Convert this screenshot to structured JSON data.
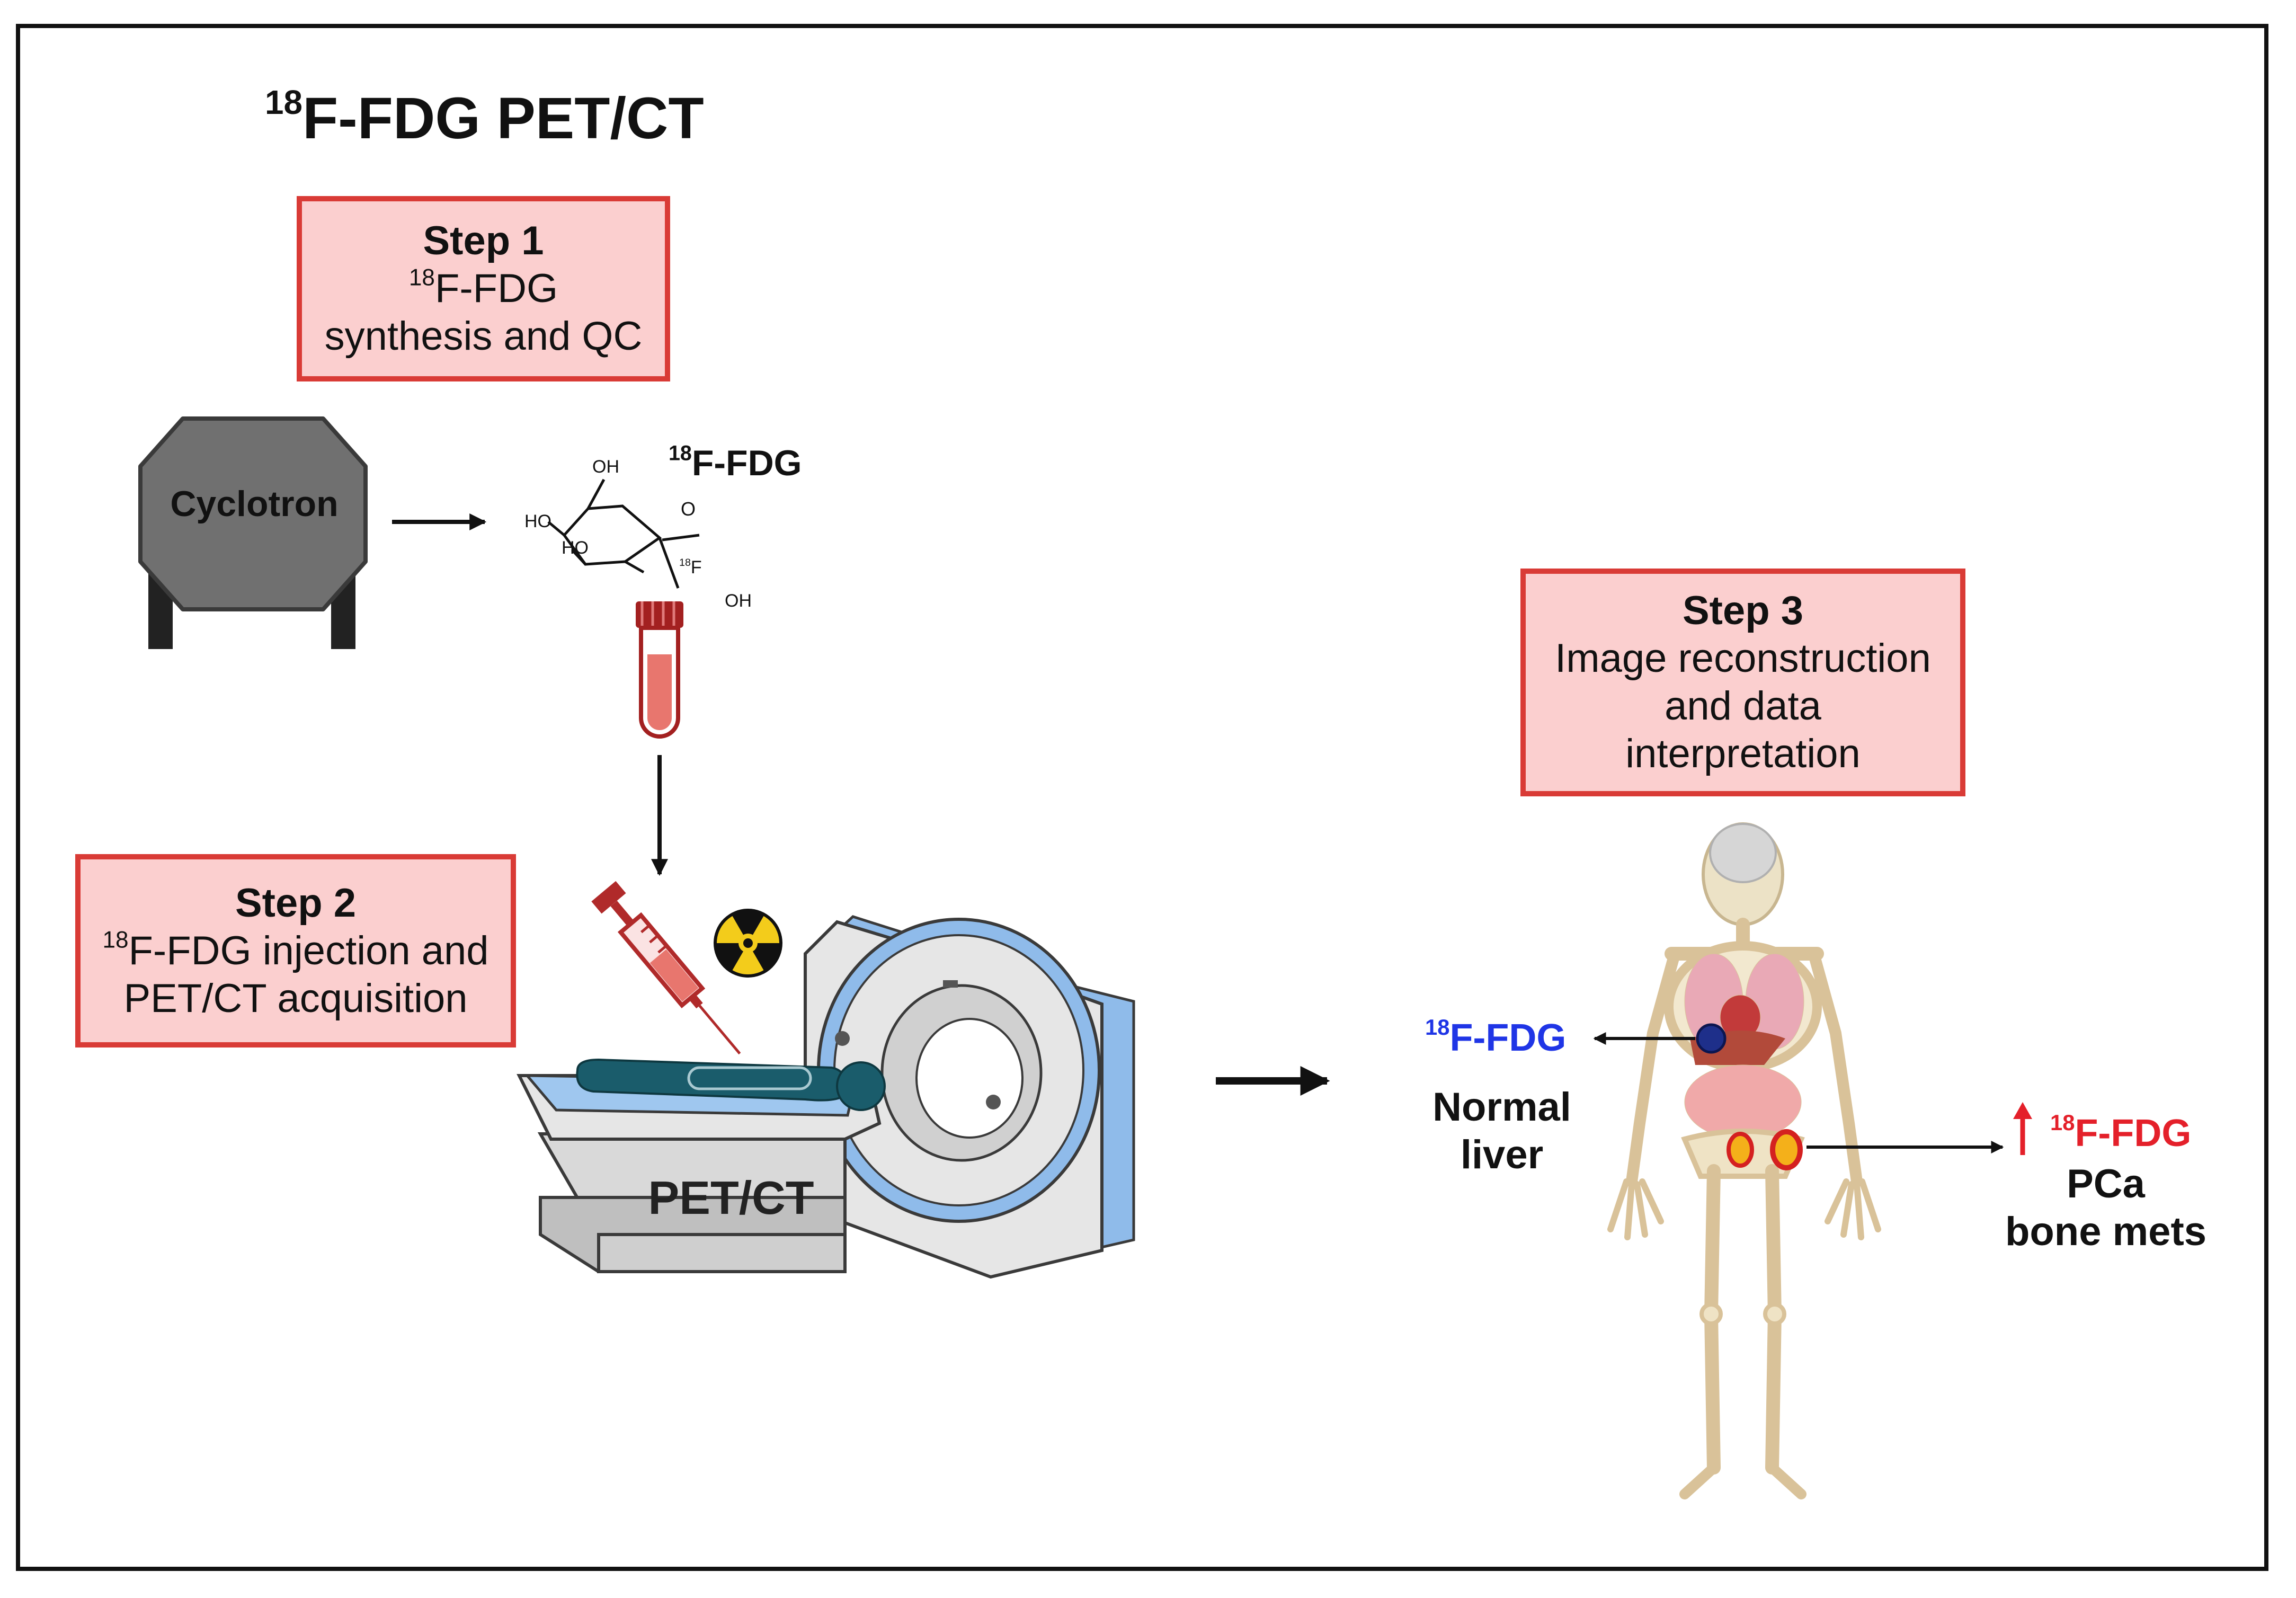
{
  "title": {
    "sup": "18",
    "text": "F-FDG PET/CT"
  },
  "step1": {
    "heading": "Step 1",
    "sup": "18",
    "line1": "F-FDG",
    "line2": "synthesis and QC"
  },
  "step2": {
    "heading": "Step 2",
    "sup": "18",
    "line1": "F-FDG injection and",
    "line2": "PET/CT acquisition"
  },
  "step3": {
    "heading": "Step 3",
    "line1": "Image reconstruction",
    "line2": "and data",
    "line3": "interpretation"
  },
  "cyclotron": {
    "label": "Cyclotron"
  },
  "molecule": {
    "label_sup": "18",
    "label": "F-FDG",
    "oh_top": "OH",
    "ho_left": "HO",
    "ho_mid": "HO",
    "o_ring": "O",
    "f_sup": "18",
    "f": "F",
    "oh_bottom": "OH"
  },
  "scanner": {
    "label": "PET/CT"
  },
  "normal_liver": {
    "fdg_sup": "18",
    "fdg": "F-FDG",
    "line1": "Normal",
    "line2": "liver"
  },
  "bone_mets": {
    "fdg_sup": "18",
    "fdg": "F-FDG",
    "line1": "PCa",
    "line2": "bone mets"
  },
  "colors": {
    "step_fill": "#fbcfcf",
    "step_border": "#d93b36",
    "blue_fdg": "#1f35e6",
    "red_fdg": "#e4202a"
  },
  "icons": [
    "cyclotron-icon",
    "fdg-molecule-icon",
    "blood-tube-icon",
    "syringe-icon",
    "radiation-icon",
    "pet-ct-scanner-icon",
    "human-skeleton-icon",
    "up-arrow-icon"
  ]
}
